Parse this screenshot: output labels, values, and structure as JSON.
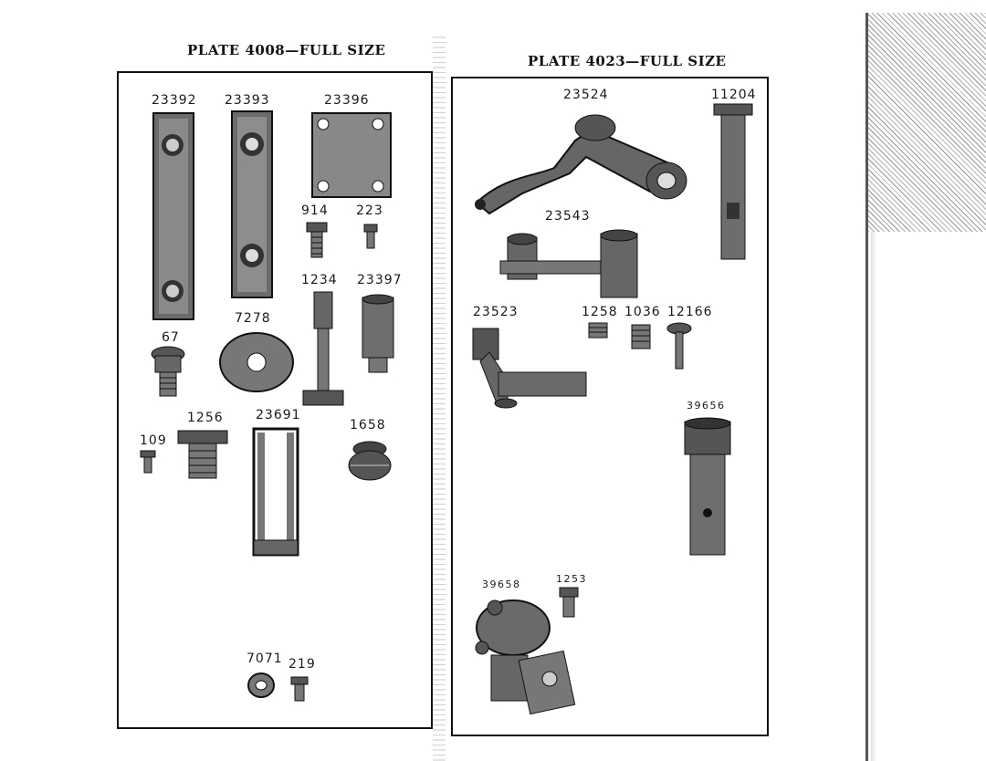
{
  "left_plate": {
    "title": "PLATE 4008—FULL SIZE",
    "parts": {
      "p23392": "23392",
      "p23393": "23393",
      "p23396": "23396",
      "p914": "914",
      "p223": "223",
      "p1234": "1234",
      "p23397": "23397",
      "p7278": "7278",
      "p67": "67",
      "p1256": "1256",
      "p23691": "23691",
      "p1658": "1658",
      "p109": "109",
      "p7071": "7071",
      "p219": "219"
    }
  },
  "right_plate": {
    "title": "PLATE 4023—FULL SIZE",
    "parts": {
      "p23524": "23524",
      "p11204": "11204",
      "p23543": "23543",
      "p23523": "23523",
      "p1258": "1258",
      "p1036": "1036",
      "p12166": "12166",
      "p39656": "39656",
      "p39658": "39658",
      "p1253": "1253"
    }
  }
}
